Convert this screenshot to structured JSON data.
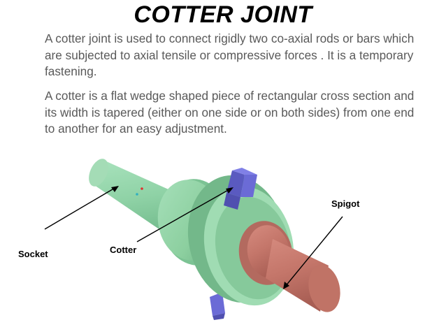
{
  "slide": {
    "title": "COTTER JOINT",
    "paragraphs": [
      "A cotter joint is used to connect rigidly two co-axial rods or bars which are subjected to axial tensile or compressive forces . It is a temporary fastening.",
      " A cotter is a flat wedge shaped piece of rectangular cross section and its width is tapered (either on one side or on both sides) from one end to another for an easy adjustment."
    ]
  },
  "figure": {
    "labels": {
      "socket": "Socket",
      "cotter": "Cotter",
      "spigot": "Spigot"
    },
    "colors": {
      "socket": "#8fd4a8",
      "spigot": "#c8766a",
      "cotter": "#6b6bd6"
    }
  }
}
